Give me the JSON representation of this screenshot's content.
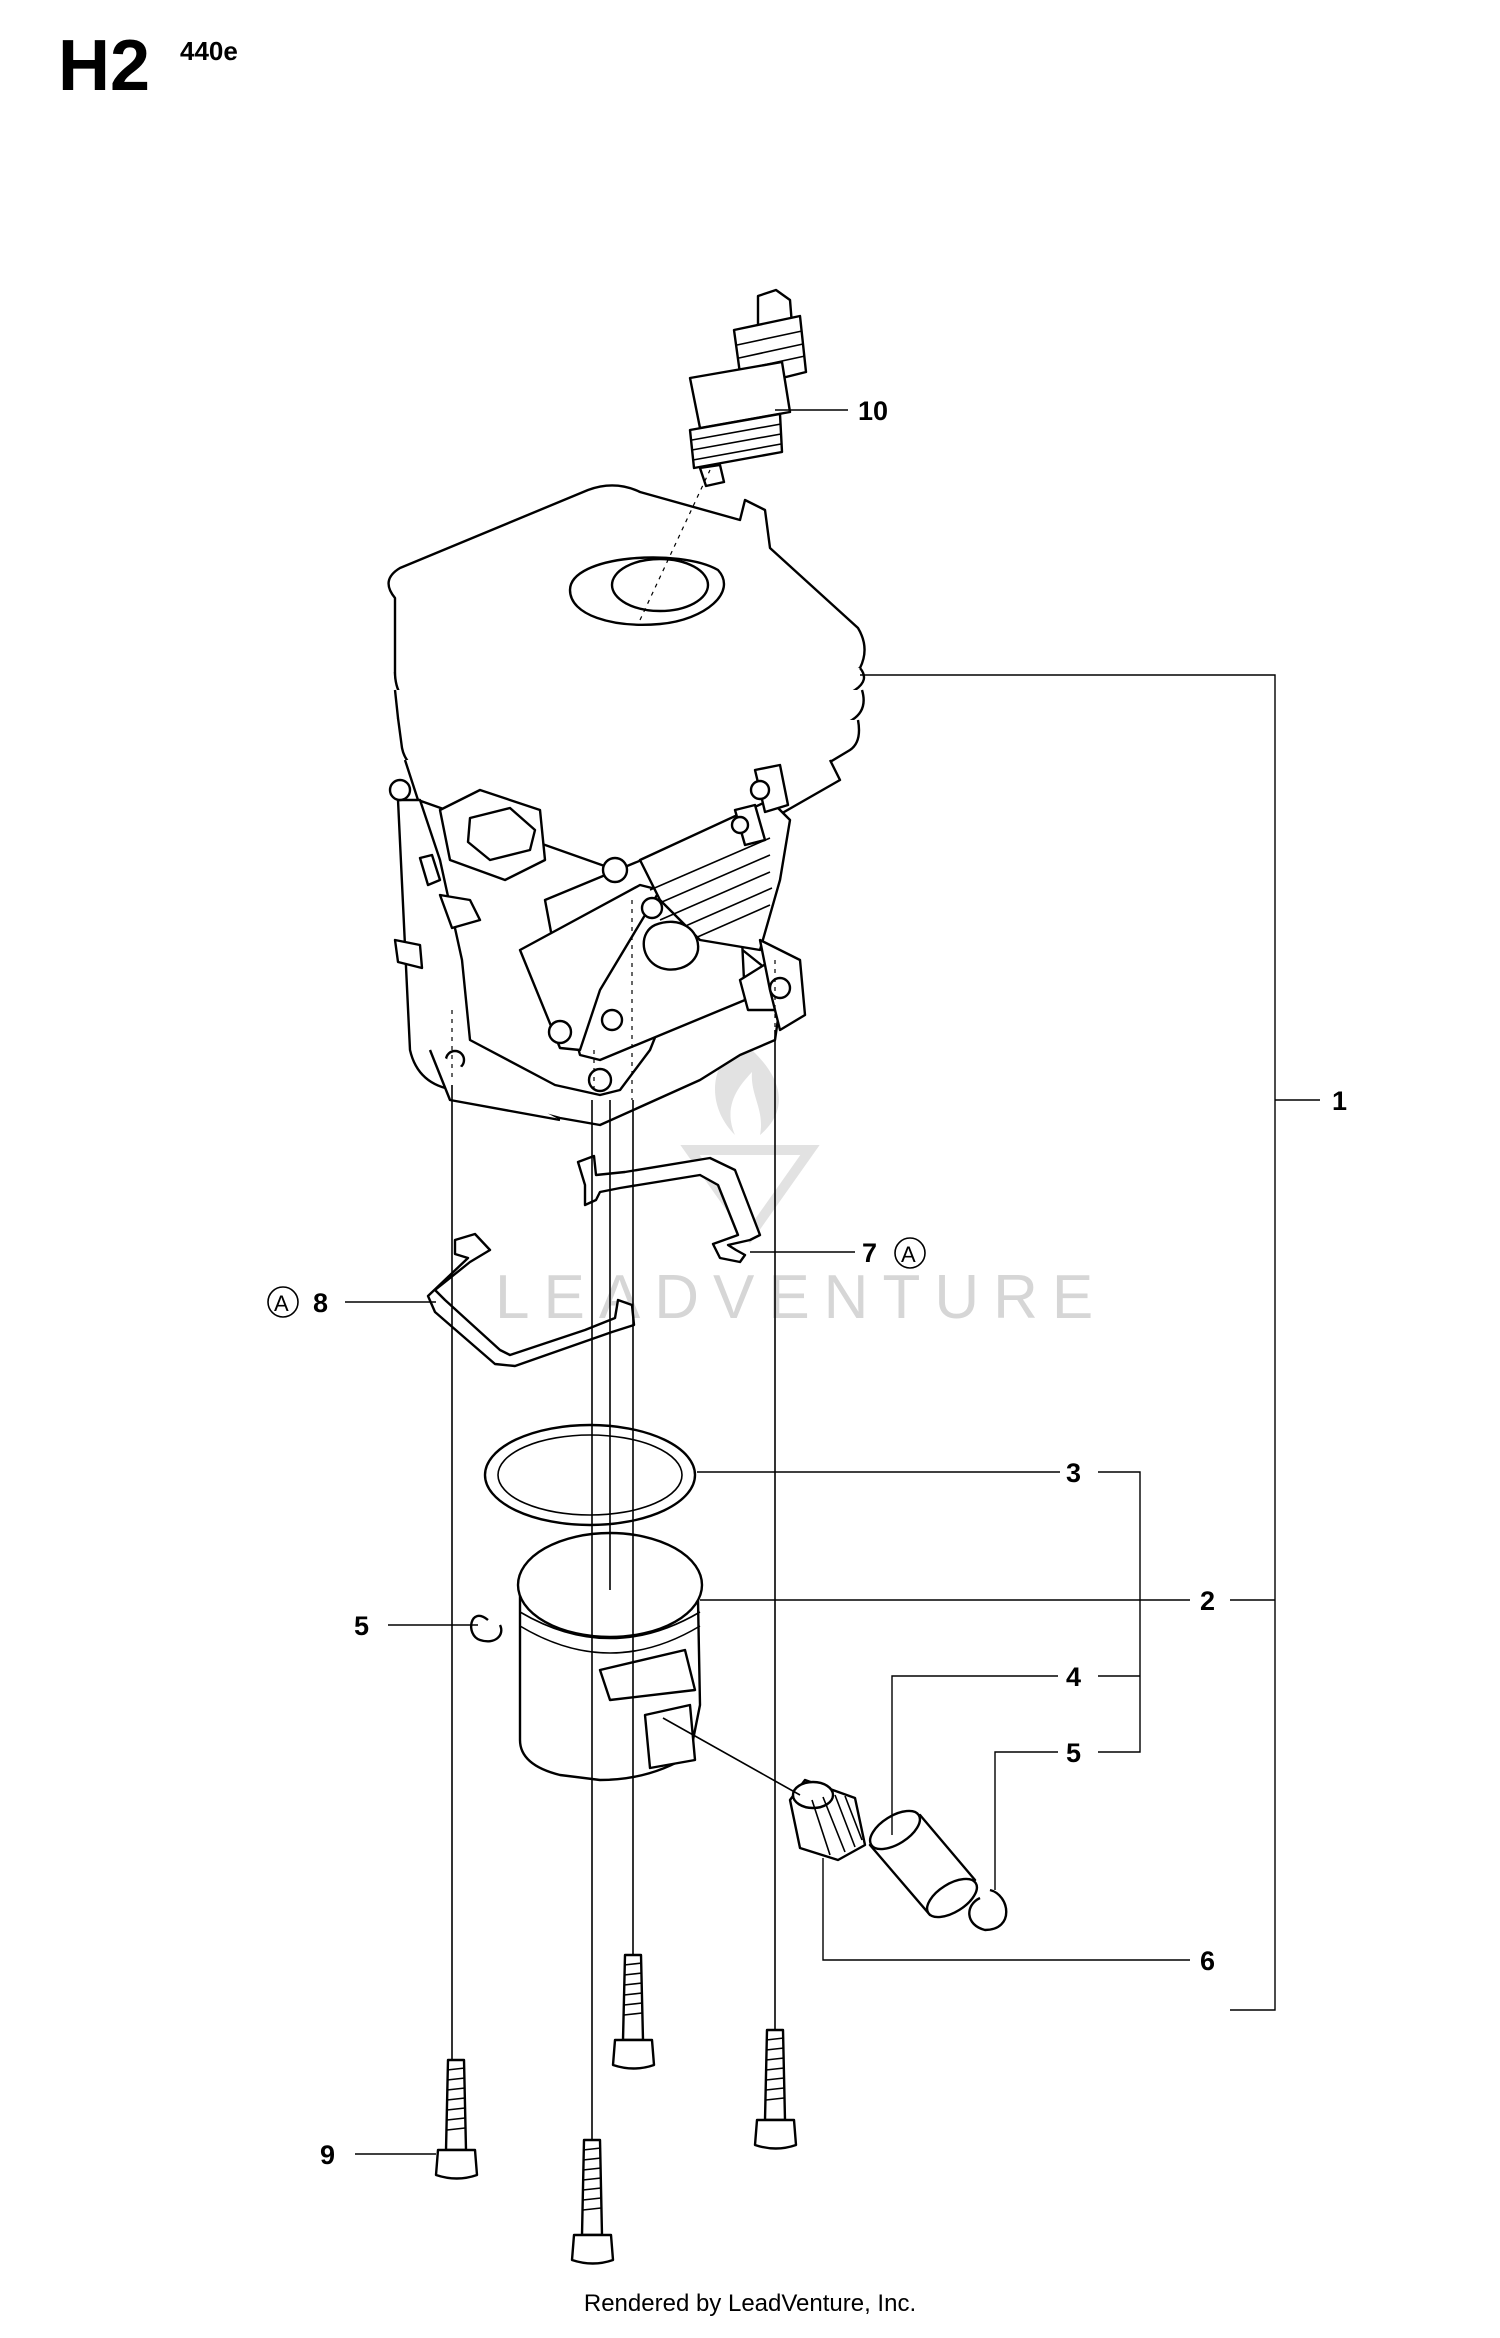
{
  "page": {
    "section_code": "H2",
    "model": "440e",
    "footer": "Rendered by LeadVenture, Inc.",
    "watermark": "LEADVENTURE"
  },
  "callouts": [
    {
      "id": "c10",
      "label": "10"
    },
    {
      "id": "c1",
      "label": "1"
    },
    {
      "id": "c7",
      "label": "7",
      "ref": "A"
    },
    {
      "id": "c8",
      "label": "8",
      "ref": "A"
    },
    {
      "id": "c3",
      "label": "3"
    },
    {
      "id": "c2",
      "label": "2"
    },
    {
      "id": "c5a",
      "label": "5"
    },
    {
      "id": "c4",
      "label": "4"
    },
    {
      "id": "c5b",
      "label": "5"
    },
    {
      "id": "c6",
      "label": "6"
    },
    {
      "id": "c9",
      "label": "9"
    }
  ],
  "colors": {
    "line": "#000000",
    "watermark": "#d6d6d6",
    "background": "#ffffff"
  }
}
